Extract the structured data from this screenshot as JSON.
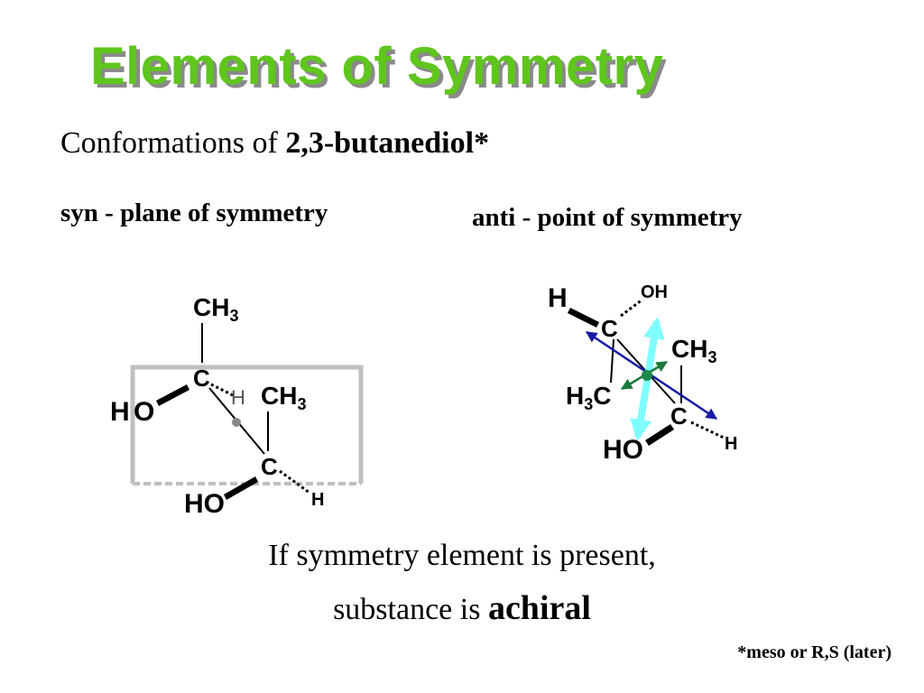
{
  "title": "Elements of Symmetry",
  "subtitle": {
    "prefix": "Conformations of ",
    "compound": "2,3-butanediol*"
  },
  "syn": {
    "label": "syn - plane of symmetry",
    "atoms": {
      "top_ch3": "CH",
      "top_ch3_sub": "3",
      "upper_c": "C",
      "upper_h": "H",
      "ho_left_h": "H",
      "ho_left_o": "O",
      "right_ch3": "CH",
      "right_ch3_sub": "3",
      "lower_c": "C",
      "lower_ho": "HO",
      "lower_h": "H"
    }
  },
  "anti": {
    "label": "anti - point of symmetry",
    "atoms": {
      "top_h": "H",
      "top_oh": "OH",
      "upper_c": "C",
      "right_ch3": "CH",
      "right_ch3_sub": "3",
      "left_h3c_h": "H",
      "left_h3c_sub": "3",
      "left_h3c_c": "C",
      "lower_c": "C",
      "lower_ho": "HO",
      "lower_h": "H"
    }
  },
  "conclusion": {
    "line1": "If symmetry element is present,",
    "line2_prefix": "substance is ",
    "line2_bold": "achiral"
  },
  "footnote": "*meso or R,S (later)",
  "colors": {
    "title": "#5fc61d",
    "plane": "#bfbfbf",
    "axis_blue": "#1a1aa8",
    "axis_green": "#1b7a3a",
    "axis_cyan": "#7fffff",
    "center": "#1b8a4a"
  }
}
